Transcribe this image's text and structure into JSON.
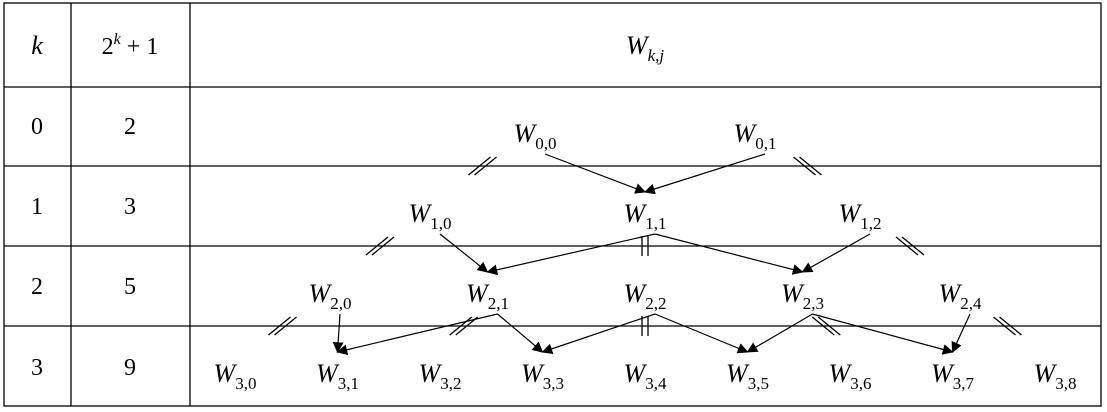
{
  "table": {
    "headers": [
      {
        "base": "k",
        "sup": ""
      },
      {
        "base": "2",
        "sup": "k",
        "rest": " + 1"
      },
      {
        "base": "W",
        "sub": "k,j"
      }
    ],
    "rows": [
      {
        "k": "0",
        "count": "2"
      },
      {
        "k": "1",
        "count": "3"
      },
      {
        "k": "2",
        "count": "5"
      },
      {
        "k": "3",
        "count": "9"
      }
    ]
  },
  "nodes": [
    {
      "id": "0,0",
      "row": 0,
      "label": "W",
      "sub": "0,0"
    },
    {
      "id": "0,1",
      "row": 0,
      "label": "W",
      "sub": "0,1"
    },
    {
      "id": "1,0",
      "row": 1,
      "label": "W",
      "sub": "1,0"
    },
    {
      "id": "1,1",
      "row": 1,
      "label": "W",
      "sub": "1,1"
    },
    {
      "id": "1,2",
      "row": 1,
      "label": "W",
      "sub": "1,2"
    },
    {
      "id": "2,0",
      "row": 2,
      "label": "W",
      "sub": "2,0"
    },
    {
      "id": "2,1",
      "row": 2,
      "label": "W",
      "sub": "2,1"
    },
    {
      "id": "2,2",
      "row": 2,
      "label": "W",
      "sub": "2,2"
    },
    {
      "id": "2,3",
      "row": 2,
      "label": "W",
      "sub": "2,3"
    },
    {
      "id": "2,4",
      "row": 2,
      "label": "W",
      "sub": "2,4"
    },
    {
      "id": "3,0",
      "row": 3,
      "label": "W",
      "sub": "3,0"
    },
    {
      "id": "3,1",
      "row": 3,
      "label": "W",
      "sub": "3,1"
    },
    {
      "id": "3,2",
      "row": 3,
      "label": "W",
      "sub": "3,2"
    },
    {
      "id": "3,3",
      "row": 3,
      "label": "W",
      "sub": "3,3"
    },
    {
      "id": "3,4",
      "row": 3,
      "label": "W",
      "sub": "3,4"
    },
    {
      "id": "3,5",
      "row": 3,
      "label": "W",
      "sub": "3,5"
    },
    {
      "id": "3,6",
      "row": 3,
      "label": "W",
      "sub": "3,6"
    },
    {
      "id": "3,7",
      "row": 3,
      "label": "W",
      "sub": "3,7"
    },
    {
      "id": "3,8",
      "row": 3,
      "label": "W",
      "sub": "3,8"
    }
  ],
  "arrows": [
    {
      "from": "0,0",
      "to": "1,1"
    },
    {
      "from": "0,1",
      "to": "1,1"
    },
    {
      "from": "1,0",
      "to": "2,1"
    },
    {
      "from": "1,1",
      "to": "2,1"
    },
    {
      "from": "1,1",
      "to": "2,3"
    },
    {
      "from": "1,2",
      "to": "2,3"
    },
    {
      "from": "2,0",
      "to": "3,1"
    },
    {
      "from": "2,1",
      "to": "3,1"
    },
    {
      "from": "2,1",
      "to": "3,3"
    },
    {
      "from": "2,2",
      "to": "3,3"
    },
    {
      "from": "2,2",
      "to": "3,5"
    },
    {
      "from": "2,3",
      "to": "3,5"
    },
    {
      "from": "2,3",
      "to": "3,7"
    },
    {
      "from": "2,4",
      "to": "3,7"
    }
  ],
  "equalities": [
    {
      "a": "0,0",
      "b": "1,0"
    },
    {
      "a": "0,1",
      "b": "1,2"
    },
    {
      "a": "1,0",
      "b": "2,0"
    },
    {
      "a": "1,1",
      "b": "2,2"
    },
    {
      "a": "1,2",
      "b": "2,4"
    },
    {
      "a": "2,0",
      "b": "3,0"
    },
    {
      "a": "2,1",
      "b": "3,2"
    },
    {
      "a": "2,2",
      "b": "3,4"
    },
    {
      "a": "2,3",
      "b": "3,6"
    },
    {
      "a": "2,4",
      "b": "3,8"
    }
  ]
}
